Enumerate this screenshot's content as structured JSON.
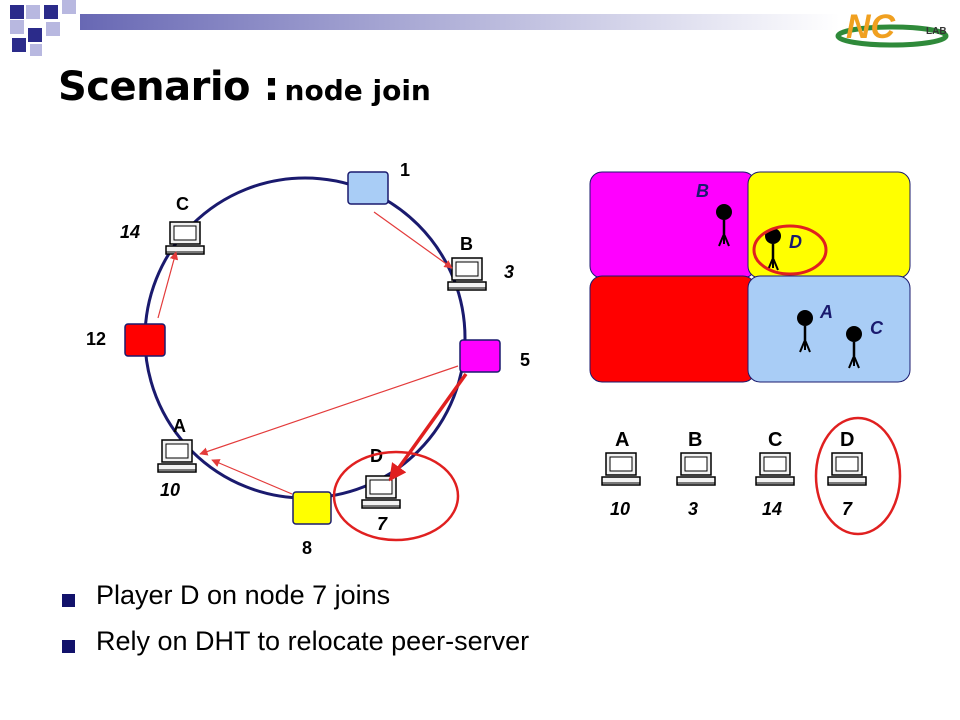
{
  "header": {
    "logo_text": "NC",
    "logo_sub": "LAB",
    "accent_colors": [
      "#2b2b8a",
      "#9b9bd2"
    ]
  },
  "title": {
    "main": "Scenario :",
    "sub": "node join"
  },
  "ring": {
    "color": "#1a1a6e",
    "nodes": [
      {
        "label": "1",
        "color": "#a9cdf6"
      },
      {
        "label": "5",
        "color": "#ff00ff"
      },
      {
        "label": "8",
        "color": "#ffff00"
      },
      {
        "label": "12",
        "color": "#ff0000"
      }
    ],
    "players": [
      {
        "name": "C",
        "id": "14"
      },
      {
        "name": "B",
        "id": "3"
      },
      {
        "name": "A",
        "id": "10"
      },
      {
        "name": "D",
        "id": "7"
      }
    ],
    "arrow_color": "#e33b3b",
    "highlight_color": "#e02020"
  },
  "zone_map": {
    "zone_colors": [
      "#ff00ff",
      "#ffff00",
      "#ff0000",
      "#a9cdf6"
    ],
    "people": [
      {
        "name": "B"
      },
      {
        "name": "D"
      },
      {
        "name": "A"
      },
      {
        "name": "C"
      }
    ]
  },
  "player_list": [
    {
      "name": "A",
      "id": "10"
    },
    {
      "name": "B",
      "id": "3"
    },
    {
      "name": "C",
      "id": "14"
    },
    {
      "name": "D",
      "id": "7"
    }
  ],
  "bullets": [
    "Player D on node 7 joins",
    "Rely on DHT to relocate peer-server"
  ]
}
